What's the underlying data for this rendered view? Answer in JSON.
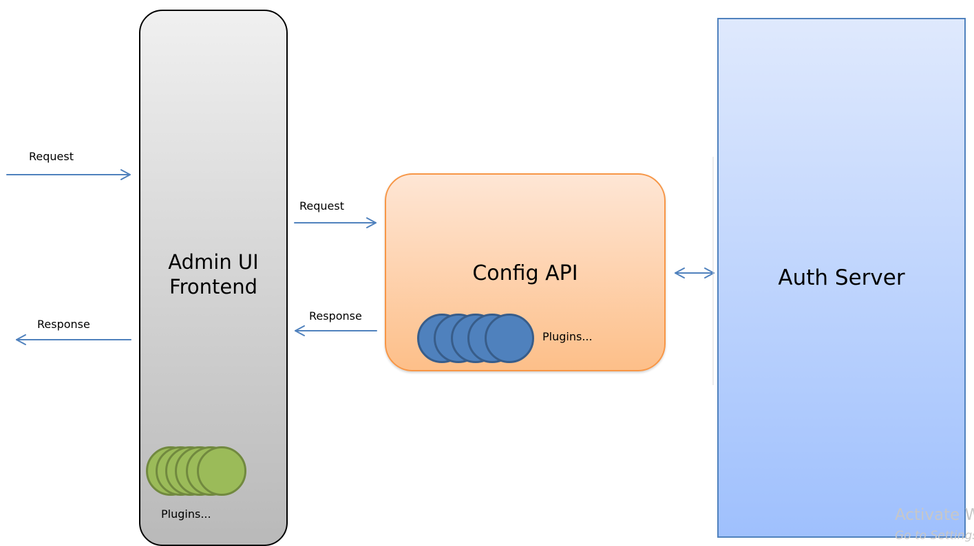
{
  "diagram": {
    "nodes": {
      "admin_ui": {
        "label_line1": "Admin UI",
        "label_line2": "Frontend",
        "fill": "#d9d9d9",
        "border": "#000000"
      },
      "config_api": {
        "label": "Config API",
        "fill": "#fcd5b4",
        "border": "#f79646"
      },
      "auth_server": {
        "label": "Auth Server",
        "fill": "#c6d9fe",
        "border": "#4f81bd"
      }
    },
    "plugins": {
      "admin_ui": {
        "label": "Plugins...",
        "count": 6,
        "color": "#9bbb59"
      },
      "config_api": {
        "label": "Plugins...",
        "count": 5,
        "color": "#4f81bd"
      }
    },
    "edges": [
      {
        "from": "client",
        "to": "admin_ui",
        "label": "Request"
      },
      {
        "from": "admin_ui",
        "to": "client",
        "label": "Response"
      },
      {
        "from": "admin_ui",
        "to": "config_api",
        "label": "Request"
      },
      {
        "from": "config_api",
        "to": "admin_ui",
        "label": "Response"
      },
      {
        "from": "config_api",
        "to": "auth_server",
        "label": "",
        "bidirectional": true
      }
    ],
    "arrow_color": "#4f81bd"
  },
  "watermark": {
    "line1": "Activate W",
    "line2": "Go to Settings"
  }
}
